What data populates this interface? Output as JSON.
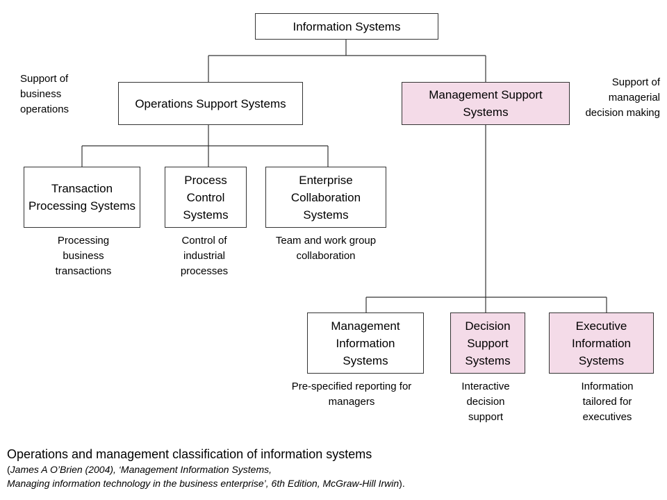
{
  "diagram": {
    "root": "Information Systems",
    "branches": {
      "operations": {
        "label": "Operations Support Systems",
        "side_note": "Support of business operations",
        "children": [
          {
            "label": "Transaction Processing Systems",
            "note": "Processing business transactions"
          },
          {
            "label": "Process Control Systems",
            "note": "Control of industrial processes"
          },
          {
            "label": "Enterprise Collaboration Systems",
            "note": "Team and work group collaboration"
          }
        ]
      },
      "management": {
        "label": "Management Support Systems",
        "side_note": "Support of managerial decision making",
        "children": [
          {
            "label": "Management Information Systems",
            "note": "Pre-specified reporting for managers"
          },
          {
            "label": "Decision Support Systems",
            "note": "Interactive decision support"
          },
          {
            "label": "Executive Information Systems",
            "note": "Information tailored for executives"
          }
        ]
      }
    },
    "colors": {
      "management_fill": "#f4dbe8",
      "operations_fill": "#ffffff",
      "line": "#333333"
    }
  },
  "caption": {
    "title": "Operations and management classification of information systems",
    "ref_part1": "(",
    "ref_italic1": "James A O’Brien (2004), ‘Management Information Systems,",
    "ref_italic2": "Managing information technology in the business enterprise’, 6th Edition, McGraw-Hill Irwin",
    "ref_part2": ")."
  }
}
